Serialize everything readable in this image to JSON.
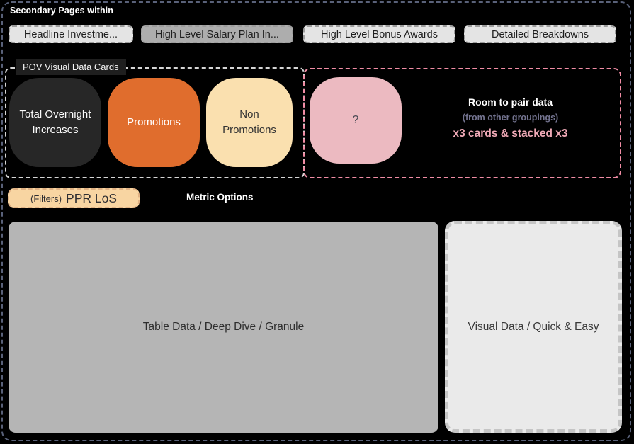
{
  "header": {
    "label": "Secondary Pages within"
  },
  "tabs": [
    {
      "label": "Headline Investme...",
      "bg_style": "background:#E4E4E4;"
    },
    {
      "label": "High Level Salary Plan In...",
      "bg_style": "background:#ADADAD;"
    },
    {
      "label": "High Level Bonus Awards",
      "bg_style": "background:#E4E4E4;"
    },
    {
      "label": "Detailed Breakdowns",
      "bg_style": "background:#E4E4E4;"
    }
  ],
  "pov": {
    "label": "POV Visual Data Cards",
    "cards": [
      {
        "label": "Total Overnight Increases",
        "style": "background:#272727;color:#FCFCFC;"
      },
      {
        "label": "Promotions",
        "style": "background:#E06D2D;color:#FFFFFF;"
      },
      {
        "label": "Non Promotions",
        "style": "background:#FAE0AF;color:#333333;"
      },
      {
        "label": "?",
        "style": "background:#ECBAC1;color:#4A4A55;"
      }
    ],
    "pair_note": {
      "line1": "Room to pair data",
      "line2": "(from other groupings)",
      "line3": "x3 cards & stacked x3"
    }
  },
  "filters": {
    "prefix": "(Filters)",
    "value": "PPR LoS"
  },
  "metric_options_label": "Metric Options",
  "panels": {
    "left_label": "Table Data / Deep Dive / Granule",
    "right_label": "Visual Data / Quick & Easy"
  },
  "colors": {
    "canvas_bg": "#000000",
    "outer_frame_dash": "#596179",
    "pov_section_dash": "#D5D5D5",
    "pink_zone_dash": "#F08CA4",
    "card_dark": "#272727",
    "card_orange": "#E06D2D",
    "card_cream": "#FAE0AF",
    "card_pink": "#ECBAC1",
    "filters_bg": "#F8D5A2",
    "panel_left_bg": "#B5B5B5",
    "panel_right_bg": "#EAEAEA",
    "note_muted": "#73738F",
    "note_pink": "#EFA9B6"
  }
}
